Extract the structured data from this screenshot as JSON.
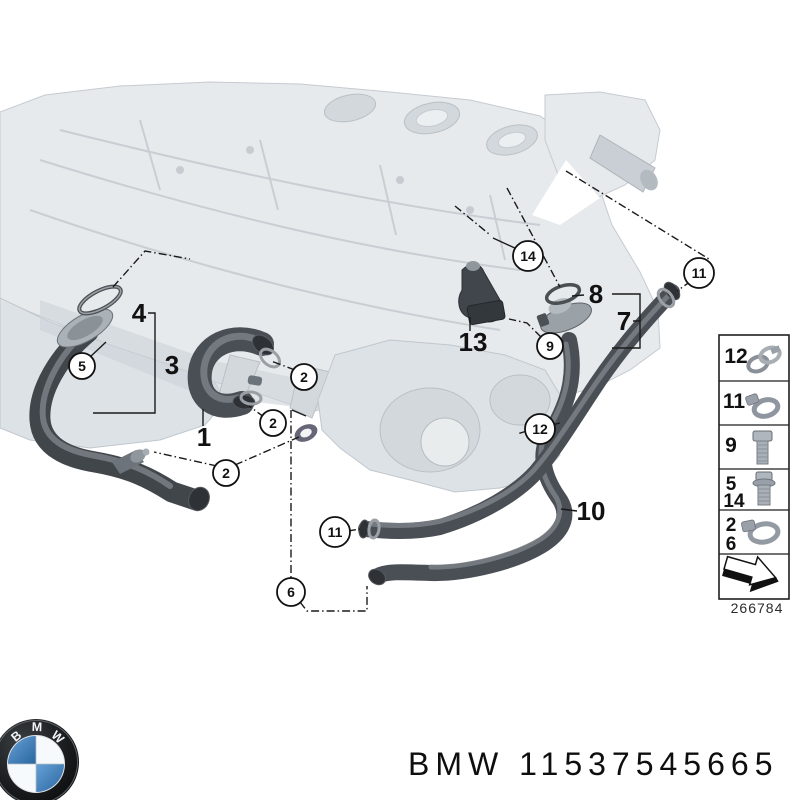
{
  "diagram": {
    "callout_numbers": {
      "n1": "1",
      "n2": "2",
      "n3": "3",
      "n4": "4",
      "n5": "5",
      "n6": "6",
      "n7": "7",
      "n8": "8",
      "n9": "9",
      "n10": "10",
      "n11": "11",
      "n12": "12",
      "n13": "13",
      "n14": "14"
    },
    "legend": {
      "rows": [
        {
          "labels": [
            "12"
          ],
          "icon": "spring-clamp-icon"
        },
        {
          "labels": [
            "11"
          ],
          "icon": "worm-clamp-icon"
        },
        {
          "labels": [
            "9"
          ],
          "icon": "hex-bolt-icon"
        },
        {
          "labels": [
            "5",
            "14"
          ],
          "icon": "flange-bolt-icon"
        },
        {
          "labels": [
            "2",
            "6"
          ],
          "icon": "hose-clamp-icon"
        },
        {
          "labels": [],
          "icon": "direction-arrow-icon"
        }
      ],
      "part_code": "266784"
    }
  },
  "footer": {
    "part_number_text": "BMW 11537545665",
    "logo": {
      "letter_b": "B",
      "letter_m": "M",
      "letter_w": "W"
    }
  },
  "colors": {
    "hose_dark": "#4a4f55",
    "engine_light": "#e7eaec",
    "roundel_blue": "#3f82c4",
    "line_black": "#1a1a1a"
  }
}
